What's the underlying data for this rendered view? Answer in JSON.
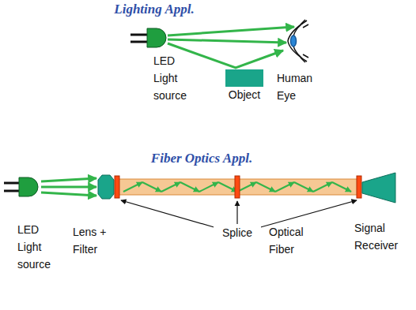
{
  "diagram": {
    "labels": [
      "Lighting Appl.",
      "LED Light source",
      "Object",
      "Human Eye",
      "Fiber Optics Appl.",
      "LED Light source",
      "Lens + Filter",
      "Splice",
      "Optical Fiber",
      "Signal Receiver"
    ]
  }
}
